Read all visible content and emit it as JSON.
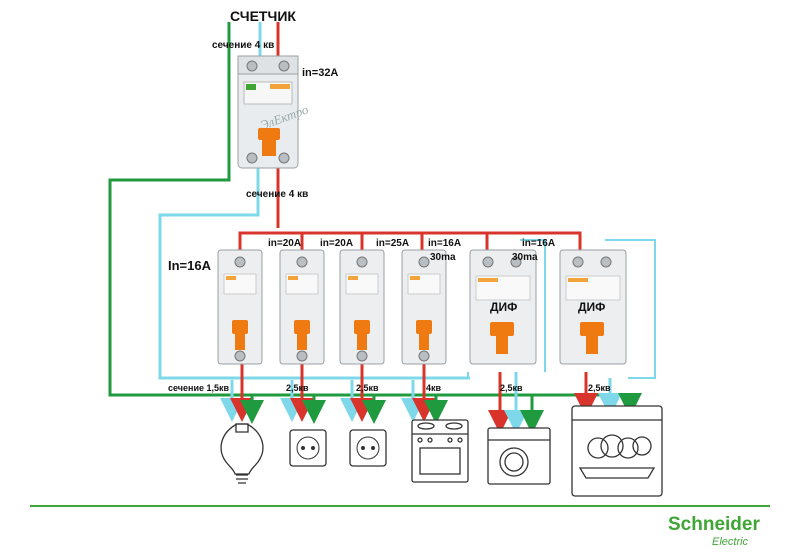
{
  "title": "СЧЕТЧИК",
  "main_breaker": {
    "section_top": "сечение 4 кв",
    "rating": "in=32A",
    "section_bottom": "сечение 4 кв",
    "watermark": "ЭлЕктро"
  },
  "breakers": [
    {
      "rating": "In=16A",
      "section": "сечение 1,5кв"
    },
    {
      "rating": "in=20A",
      "section": "2,5кв"
    },
    {
      "rating": "in=20A",
      "section": "2,5кв"
    },
    {
      "rating": "in=25A",
      "section": "4кв"
    }
  ],
  "rcds": [
    {
      "rating": "in=16A",
      "leak": "30ma",
      "label": "ДИФ",
      "section": "2,5кв"
    },
    {
      "rating": "in=16A",
      "leak": "30ma",
      "label": "ДИФ",
      "section": "2,5кв"
    }
  ],
  "loads": [
    "lamp-icon",
    "socket-icon",
    "socket-icon",
    "stove-icon",
    "washing-machine-icon",
    "dishwasher-icon"
  ],
  "colors": {
    "phase": "#d9342b",
    "neutral": "#7fd8ea",
    "ground": "#1f9a3e",
    "brand": "#3fa535"
  },
  "brand": {
    "name": "Schneider",
    "sub": "Electric"
  }
}
